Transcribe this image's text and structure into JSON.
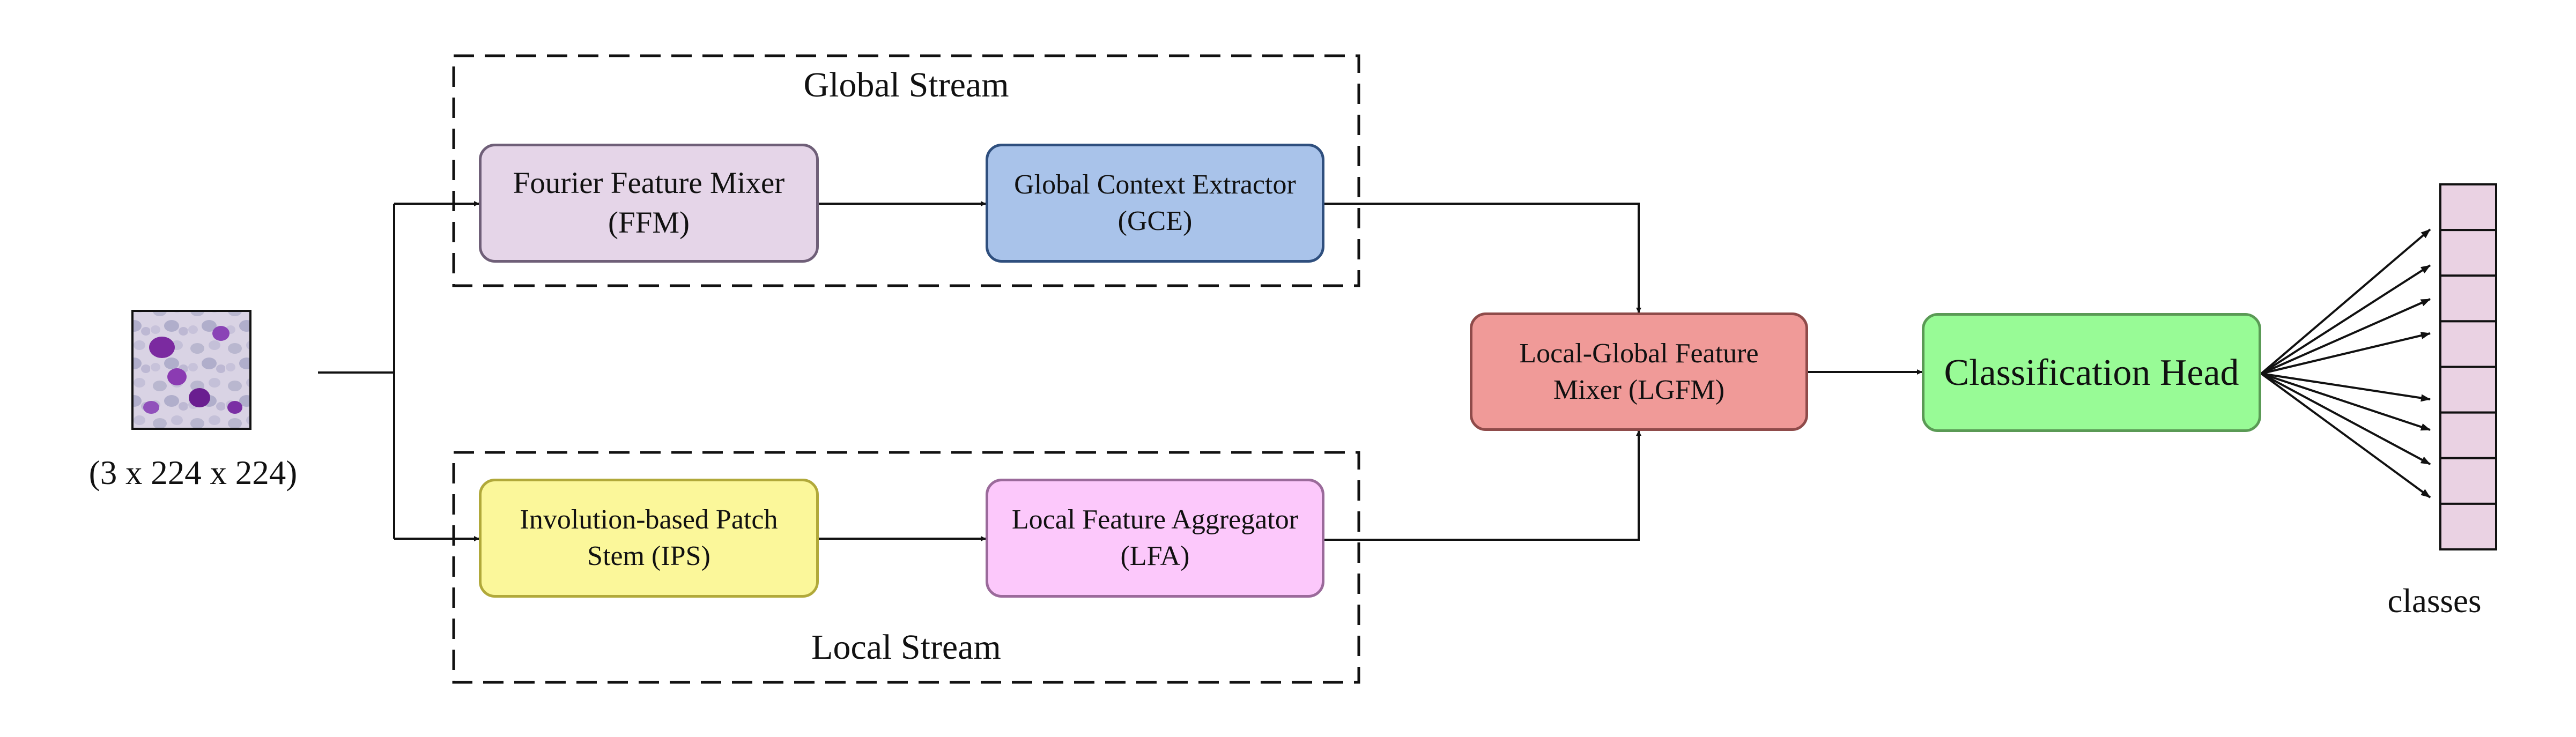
{
  "input": {
    "shape_label": "(3 x 224 x 224)"
  },
  "streams": {
    "global": {
      "title": "Global Stream",
      "ffm": {
        "line1": "Fourier Feature Mixer",
        "line2": "(FFM)"
      },
      "gce": {
        "line1": "Global Context Extractor",
        "line2": "(GCE)"
      }
    },
    "local": {
      "title": "Local Stream",
      "ips": {
        "line1": "Involution-based Patch",
        "line2": "Stem (IPS)"
      },
      "lfa": {
        "line1": "Local Feature Aggregator",
        "line2": "(LFA)"
      }
    }
  },
  "lgfm": {
    "line1": "Local-Global Feature",
    "line2": "Mixer (LGFM)"
  },
  "head": {
    "label": "Classification Head"
  },
  "output": {
    "label": "classes",
    "cell_count": 8
  },
  "colors": {
    "ffm": "#e5d5e8",
    "gce": "#a9c3ea",
    "ips": "#fbf79a",
    "lfa": "#fcc8fb",
    "lgfm": "#f09a98",
    "head": "#98fb96",
    "output_cell": "#ead2e3"
  }
}
